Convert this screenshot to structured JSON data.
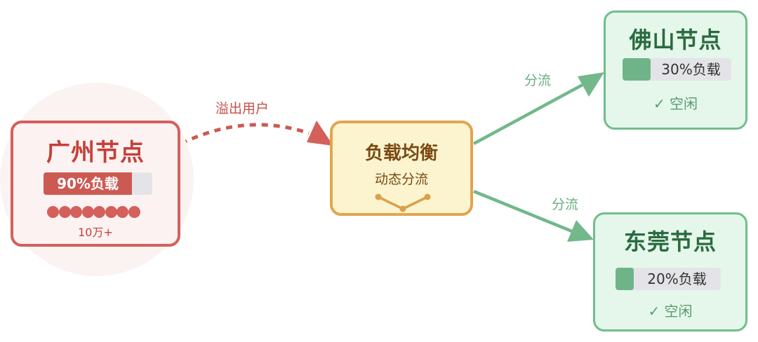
{
  "nodes": {
    "guangzhou": {
      "title": "广州节点",
      "load_label": "90%负载",
      "load_fraction": 0.9,
      "user_dot_count": 8,
      "user_count_label": "10万+"
    },
    "balancer": {
      "title": "负载均衡",
      "subtitle": "动态分流"
    },
    "foshan": {
      "title": "佛山节点",
      "load_label": "30%负载",
      "load_fraction": 0.3,
      "status": "✓ 空闲"
    },
    "dongguan": {
      "title": "东莞节点",
      "load_label": "20%负载",
      "load_fraction": 0.2,
      "status": "✓ 空闲"
    }
  },
  "edges": {
    "overflow_label": "溢出用户",
    "split_label_1": "分流",
    "split_label_2": "分流"
  },
  "colors": {
    "overloaded": "#d4605b",
    "balancer": "#e0a64f",
    "idle": "#72bd8c"
  }
}
